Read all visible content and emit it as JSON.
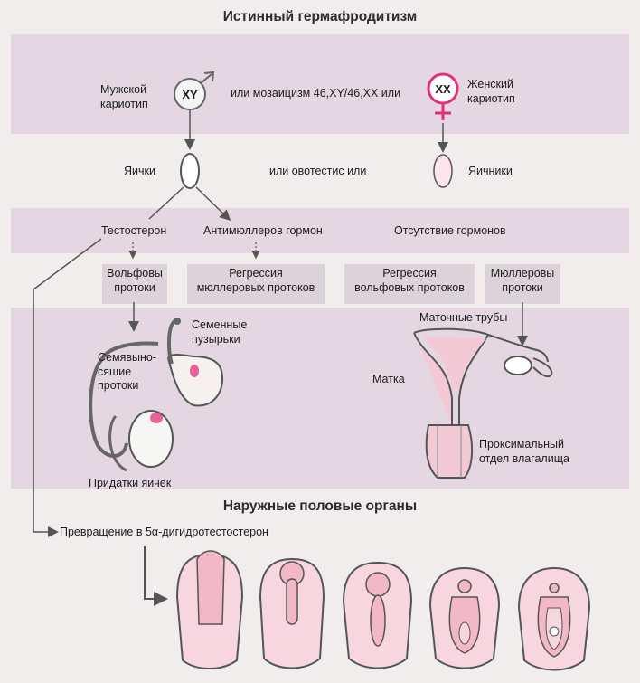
{
  "title": "Истинный гермафродитизм",
  "karyotype": {
    "male_label": "Мужской\nкариотип",
    "male_symbol": "XY",
    "mosaic_text": "или мозаицизм 46,XY/46,XX или",
    "female_symbol": "XX",
    "female_label": "Женский\nкариотип"
  },
  "gonads": {
    "testes": "Яички",
    "ovotestis": "или овотестис или",
    "ovaries": "Яичники"
  },
  "hormones": {
    "testosterone": "Тестостерон",
    "amh": "Антимюллеров гормон",
    "none": "Отсутствие гормонов"
  },
  "ducts": {
    "wolffian": "Вольфовы\nпротоки",
    "mullerian_regression": "Регрессия\nмюллеровых протоков",
    "wolffian_regression": "Регрессия\nвольфовых протоков",
    "mullerian": "Мюллеровы\nпротоки"
  },
  "male_internal": {
    "seminal_vesicles": "Семенные\nпузырьки",
    "vas_deferens": "Семявыно-\nсящие\nпротоки",
    "epididymis": "Придатки яичек"
  },
  "female_internal": {
    "fallopian_tubes": "Маточные трубы",
    "uterus": "Матка",
    "proximal_vagina": "Проксимальный\nотдел влагалища"
  },
  "external": {
    "heading": "Наружные половые органы",
    "conversion": "Превращение в 5α-дигидротестостерон"
  },
  "colors": {
    "band": "#e4d7e2",
    "pink_fill": "#f4c9d6",
    "accent_pink": "#e0307a",
    "line": "#555555"
  }
}
